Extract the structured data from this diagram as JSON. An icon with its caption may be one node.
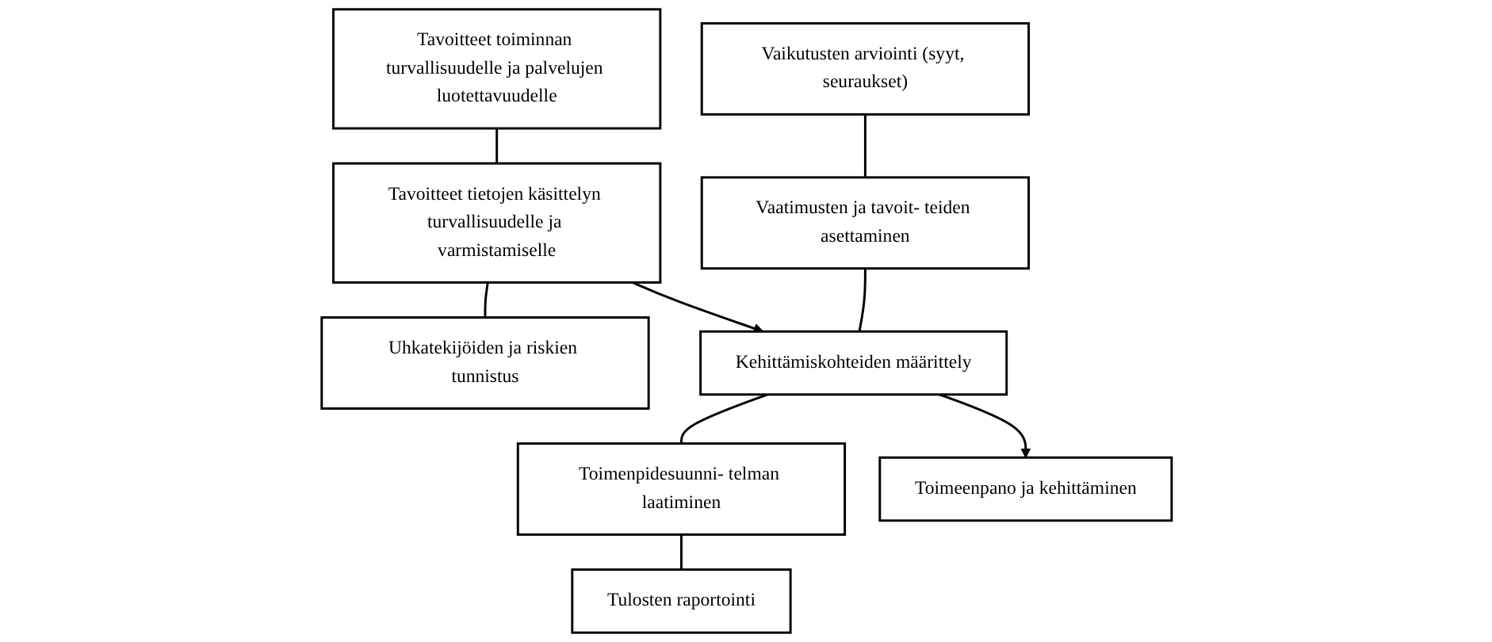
{
  "diagram": {
    "nodes": [
      {
        "text": [
          "Tavoitteet toiminnan turvallisuudelle ja palvelujen luotettavuudelle"
        ]
      },
      {
        "text": [
          "Tavoitteet tietojen käsittelyn turvallisuudelle ja varmistamiselle"
        ]
      },
      {
        "text": [
          "Uhkatekijöiden ja riskien tunnistus"
        ]
      },
      {
        "text": [
          "Vaikutusten arviointi (syyt, seuraukset)"
        ]
      },
      {
        "text": [
          "Vaatimusten ja tavoit- teiden asettaminen"
        ]
      },
      {
        "text": [
          "Kehittämiskohteiden määrittely"
        ]
      },
      {
        "text": [
          "Toimenpidesuunni- telman laatiminen"
        ]
      },
      {
        "text": [
          "Tulosten raportointi"
        ]
      },
      {
        "text": [
          "Toimeenpano ja kehittäminen"
        ]
      }
    ],
    "edges": [
      {
        "from": 0,
        "to": 1,
        "arrow": "none"
      },
      {
        "from": 1,
        "to": 2,
        "arrow": "none"
      },
      {
        "from": 3,
        "to": 4,
        "arrow": "none"
      },
      {
        "from": 4,
        "to": 5,
        "arrow": "none"
      },
      {
        "from": 5,
        "to": 6,
        "arrow": "none"
      },
      {
        "from": 6,
        "to": 7,
        "arrow": "none"
      },
      {
        "from": 1,
        "to": 5,
        "arrow": "to"
      },
      {
        "from": 5,
        "to": 8,
        "arrow": "to"
      }
    ]
  }
}
